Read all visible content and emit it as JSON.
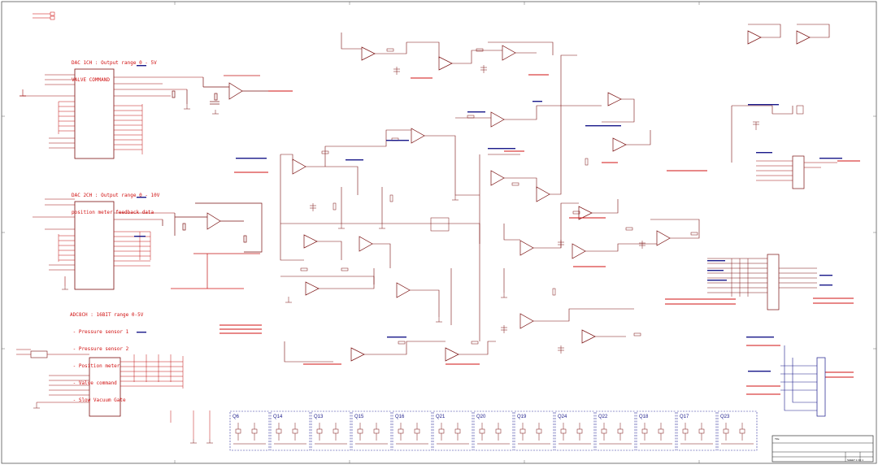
{
  "notes": {
    "dac1": [
      "DAC 1CH : Output range 0 - 5V",
      "VALVE COMMAND"
    ],
    "dac2": [
      "DAC 2CH : Output range 0 - 10V",
      "position meter feedback data"
    ],
    "adc": [
      "ADC8CH : 16BIT range 0-5V",
      " - Pressure sensor 1",
      " - Pressure sensor 2",
      " - Position meter",
      " - Valve command",
      " - Slow Vacuum Gate"
    ]
  },
  "relay_labels": [
    "Q6",
    "Q14",
    "Q13",
    "Q15",
    "Q16",
    "Q21",
    "Q20",
    "Q19",
    "Q24",
    "Q22",
    "Q18",
    "Q17",
    "Q23"
  ],
  "title_block": {
    "title": "Title",
    "page": "SHEET 1 OF 1"
  }
}
